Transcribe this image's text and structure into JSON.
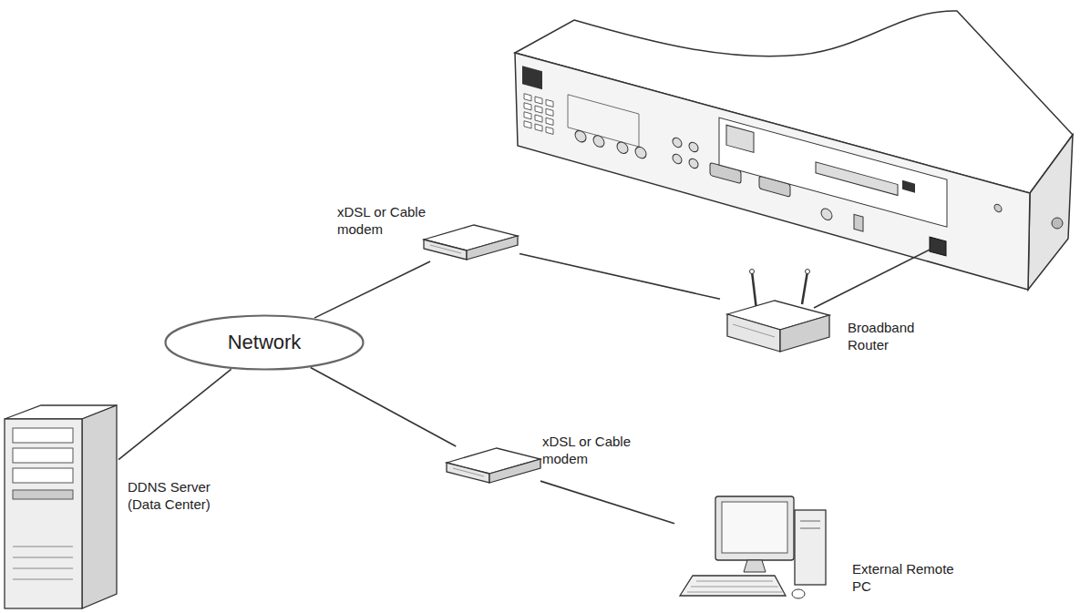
{
  "diagram": {
    "nodes": [
      {
        "text": [
          "Network"
        ]
      },
      {
        "text": [
          "xDSL or Cable modem"
        ]
      },
      {
        "text": [
          "Broadband Router"
        ]
      },
      {
        "text": [
          "DDNS Server (Data Center)"
        ]
      },
      {
        "text": [
          "xDSL or Cable modem"
        ]
      },
      {
        "text": [
          "External Remote PC"
        ]
      }
    ],
    "edges": [
      {
        "from": 0,
        "to": 1,
        "arrow": "none"
      },
      {
        "from": 1,
        "to": 2,
        "arrow": "none"
      },
      {
        "from": 0,
        "to": 3,
        "arrow": "none"
      },
      {
        "from": 0,
        "to": 4,
        "arrow": "none"
      },
      {
        "from": 4,
        "to": 5,
        "arrow": "none"
      }
    ]
  }
}
